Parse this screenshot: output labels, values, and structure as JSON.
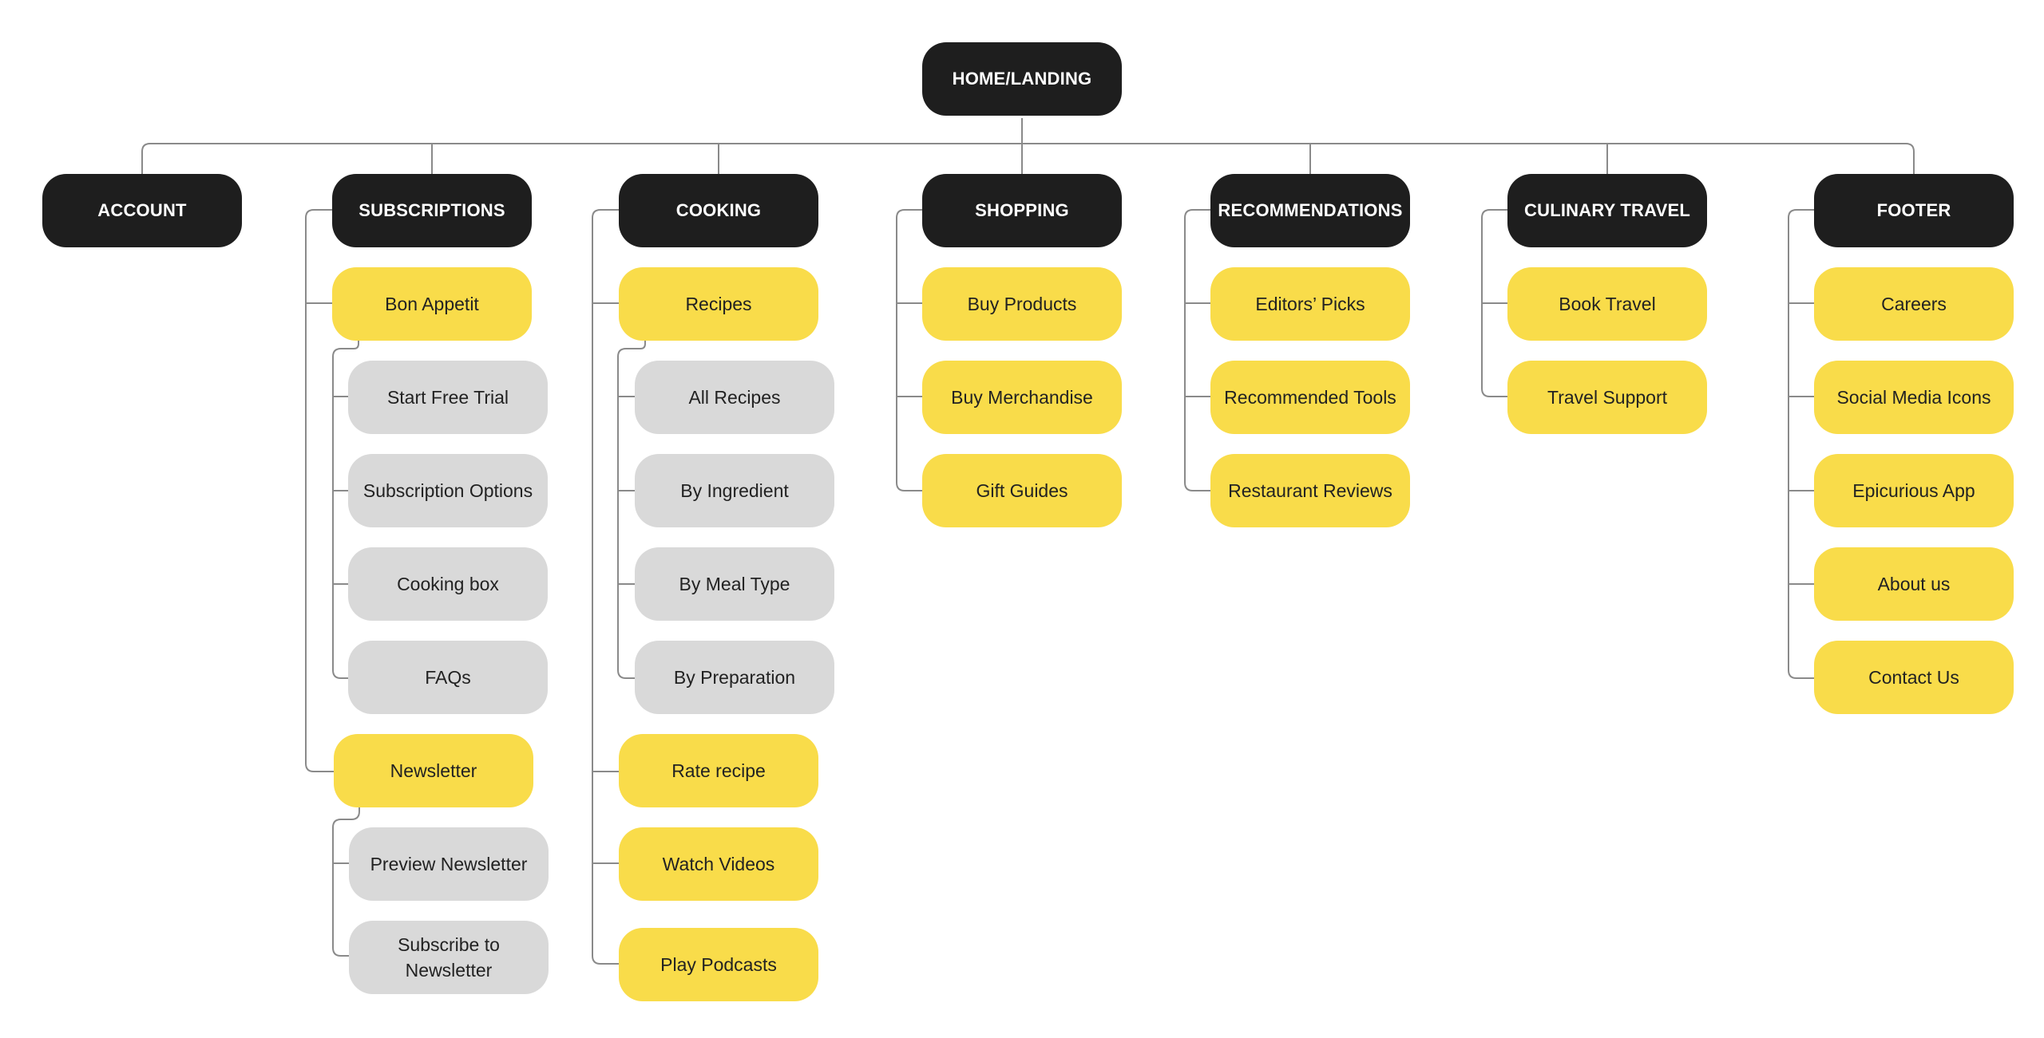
{
  "root": {
    "label": "HOME/LANDING"
  },
  "sections": {
    "account": {
      "label": "ACCOUNT"
    },
    "subscriptions": {
      "label": "SUBSCRIPTIONS",
      "bon_appetit": {
        "label": "Bon Appetit",
        "children": [
          "Start Free Trial",
          "Subscription Options",
          "Cooking box",
          "FAQs"
        ]
      },
      "newsletter": {
        "label": "Newsletter",
        "children": [
          "Preview Newsletter",
          "Subscribe to Newsletter"
        ]
      }
    },
    "cooking": {
      "label": "COOKING",
      "recipes": {
        "label": "Recipes",
        "children": [
          "All Recipes",
          "By Ingredient",
          "By Meal Type",
          "By Preparation"
        ]
      },
      "items": [
        "Rate recipe",
        "Watch Videos",
        "Play Podcasts"
      ]
    },
    "shopping": {
      "label": "SHOPPING",
      "items": [
        "Buy Products",
        "Buy Merchandise",
        "Gift Guides"
      ]
    },
    "recommendations": {
      "label": "RECOMMENDATIONS",
      "items": [
        "Editors’ Picks",
        "Recommended Tools",
        "Restaurant Reviews"
      ]
    },
    "culinary_travel": {
      "label": "CULINARY TRAVEL",
      "items": [
        "Book Travel",
        "Travel Support"
      ]
    },
    "footer": {
      "label": "FOOTER",
      "items": [
        "Careers",
        "Social Media Icons",
        "Epicurious App",
        "About us",
        "Contact Us"
      ]
    }
  },
  "colors": {
    "dark_node": "#1e1e1e",
    "primary_node": "#f9dc4a",
    "secondary_node": "#d9d9d9",
    "connector": "#8a8a8a"
  }
}
